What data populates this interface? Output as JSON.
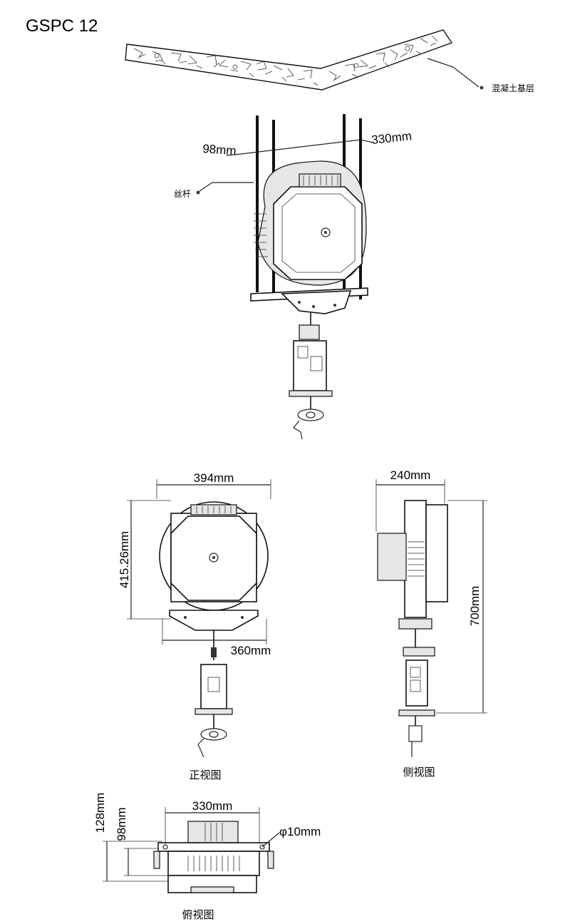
{
  "title": "GSPC 12",
  "labels": {
    "concrete_layer": "混凝土基层",
    "threaded_rod": "丝杆",
    "rod_spacing_side": "98mm",
    "rod_spacing_wide": "330mm"
  },
  "front_view": {
    "caption": "正视图",
    "width": "394mm",
    "height": "415.26mm",
    "base_width": "360mm"
  },
  "side_view": {
    "caption": "侧视图",
    "width": "240mm",
    "height": "700mm"
  },
  "top_view": {
    "caption": "俯视图",
    "width": "330mm",
    "depth_outer": "128mm",
    "depth_inner": "98mm",
    "hole": "φ10mm"
  }
}
